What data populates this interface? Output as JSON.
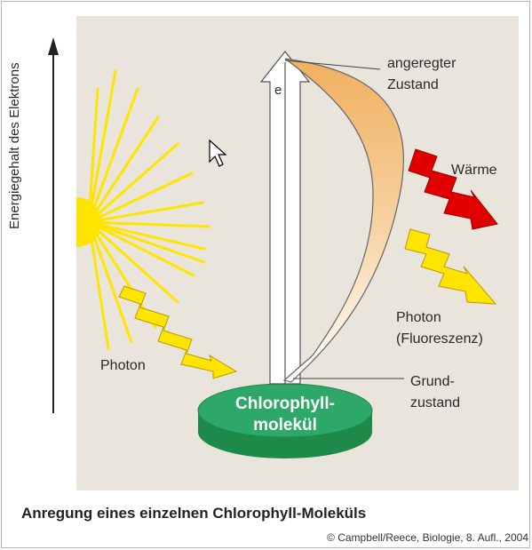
{
  "diagram": {
    "axis_label": "Energiegehalt des Elektrons",
    "excited_state_label": [
      "angeregter",
      "Zustand"
    ],
    "electron_label": "e",
    "heat_label": "Wärme",
    "fluorescence_label": [
      "Photon",
      "(Fluoreszenz)"
    ],
    "photon_label": "Photon",
    "ground_state_label": [
      "Grund-",
      "zustand"
    ],
    "molecule_label": [
      "Chlorophyll-",
      "molekül"
    ]
  },
  "caption": "Anregung eines einzelnen Chlorophyll-Moleküls",
  "credit": "© Campbell/Reece, Biologie, 8. Aufl., 2004",
  "colors": {
    "background": "#e9e4dc",
    "sun": "#ffe400",
    "photon": "#ffe400",
    "heat": "#e00000",
    "molecule_top": "#2ea868",
    "molecule_side": "#1d8a4a"
  }
}
